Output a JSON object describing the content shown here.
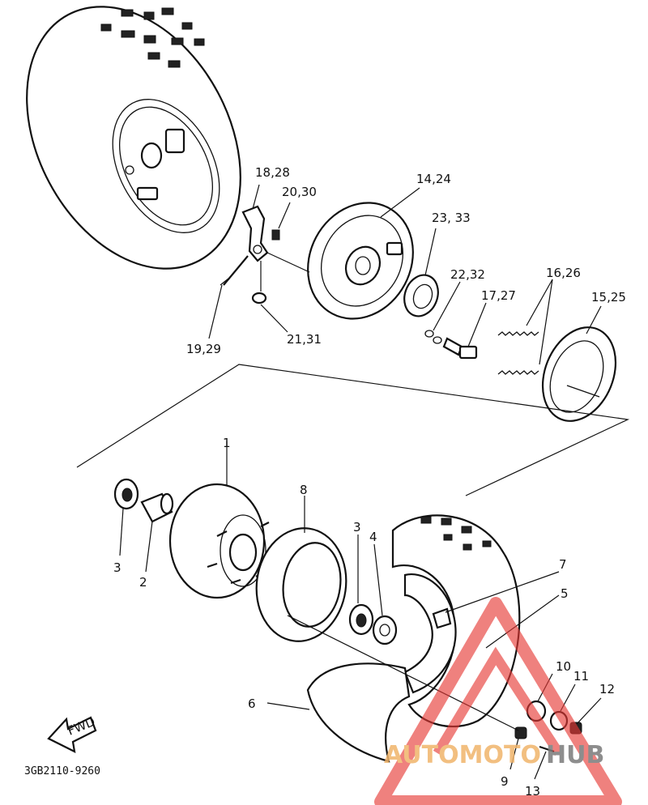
{
  "labels": {
    "l1": "1",
    "l2": "2",
    "l3a": "3",
    "l3b": "3",
    "l4": "4",
    "l5": "5",
    "l6": "6",
    "l7": "7",
    "l8": "8",
    "l9": "9",
    "l10": "10",
    "l11": "11",
    "l12": "12",
    "l13": "13",
    "l14": "14,24",
    "l15": "15,25",
    "l16": "16,26",
    "l17": "17,27",
    "l18": "18,28",
    "l19": "19,29",
    "l20": "20,30",
    "l21": "21,31",
    "l22": "22,32",
    "l23": "23, 33"
  },
  "fwd": "FWD",
  "diagram_code": "3GB2110-9260",
  "watermark": {
    "part1": "AUTOMOTO",
    "part2": "HUB",
    "color_main": "#f0b46a",
    "color_hub": "#7a7a7a",
    "triangle_color": "#e53935"
  }
}
